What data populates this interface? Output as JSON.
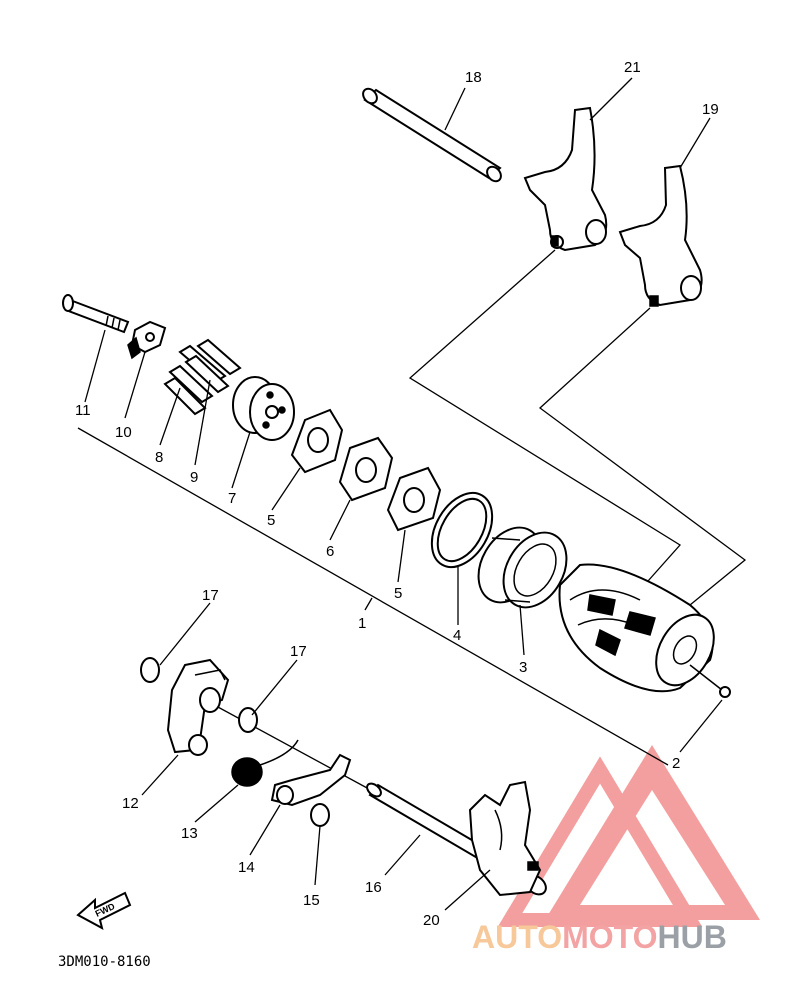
{
  "diagram": {
    "code": "3DM010-8160",
    "fwd_label": "FWD",
    "callouts": {
      "p1": "1",
      "p2": "2",
      "p3": "3",
      "p4": "4",
      "p5a": "5",
      "p5b": "5",
      "p6": "6",
      "p7": "7",
      "p8": "8",
      "p9": "9",
      "p10": "10",
      "p11": "11",
      "p12": "12",
      "p13": "13",
      "p14": "14",
      "p15": "15",
      "p16": "16",
      "p17a": "17",
      "p17b": "17",
      "p18": "18",
      "p19": "19",
      "p20": "20",
      "p21": "21"
    }
  },
  "watermark": {
    "part1": "AUTO",
    "part2": "MOTO",
    "part3": "HUB",
    "colors": {
      "auto": "#f6c89a",
      "moto": "#f3a3a3",
      "hub": "#9aa0a6",
      "triangle": "#f08080"
    }
  }
}
